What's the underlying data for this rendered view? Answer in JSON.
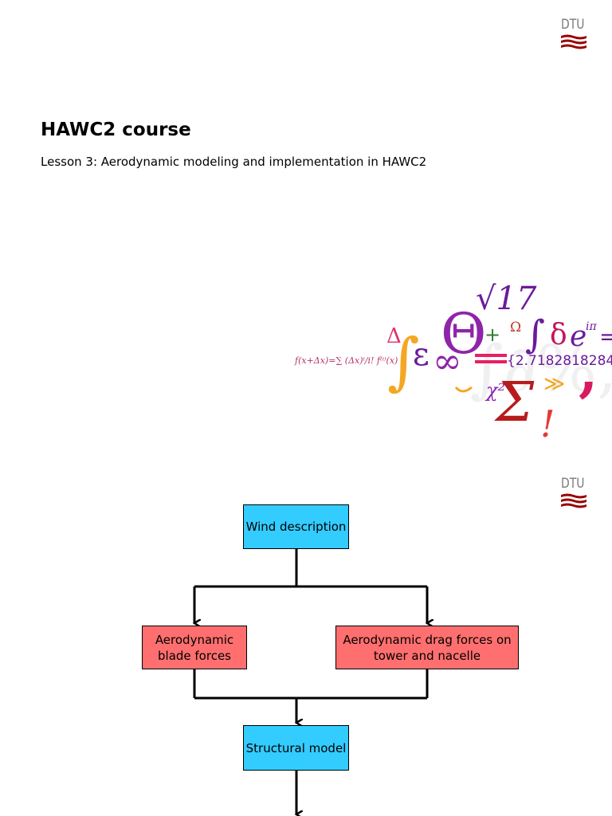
{
  "slide1": {
    "logo_text": "DTU",
    "title": "HAWC2 course",
    "subtitle": "Lesson 3: Aerodynamic modeling and implementation in HAWC2",
    "math_symbols": {
      "formula": "f(x+Δx)=∑ (Δx)ⁱ/i! f⁽ⁱ⁾(x)",
      "sqrt": "√17",
      "euler": "{2.7182818284",
      "theta": "Θ",
      "epsilon": "ε",
      "infinity": "∞",
      "sigma": "Σ",
      "chi": "χ²",
      "delta_big": "δ",
      "delta": "Δ",
      "omega": "Ω",
      "exp": "e",
      "exp_power": "iπ",
      "plus": "+",
      "bang": "!",
      "comma": ",",
      "guillemet": "≫",
      "integral": "∫"
    }
  },
  "slide2": {
    "logo_text": "DTU",
    "flowchart": {
      "wind": "Wind description",
      "blade": "Aerodynamic blade forces",
      "drag": "Aerodynamic drag forces on tower and nacelle",
      "structural": "Structural model"
    }
  },
  "colors": {
    "dtu_red": "#990000",
    "box_blue": "#33ccff",
    "box_red": "#ff6f6f"
  }
}
